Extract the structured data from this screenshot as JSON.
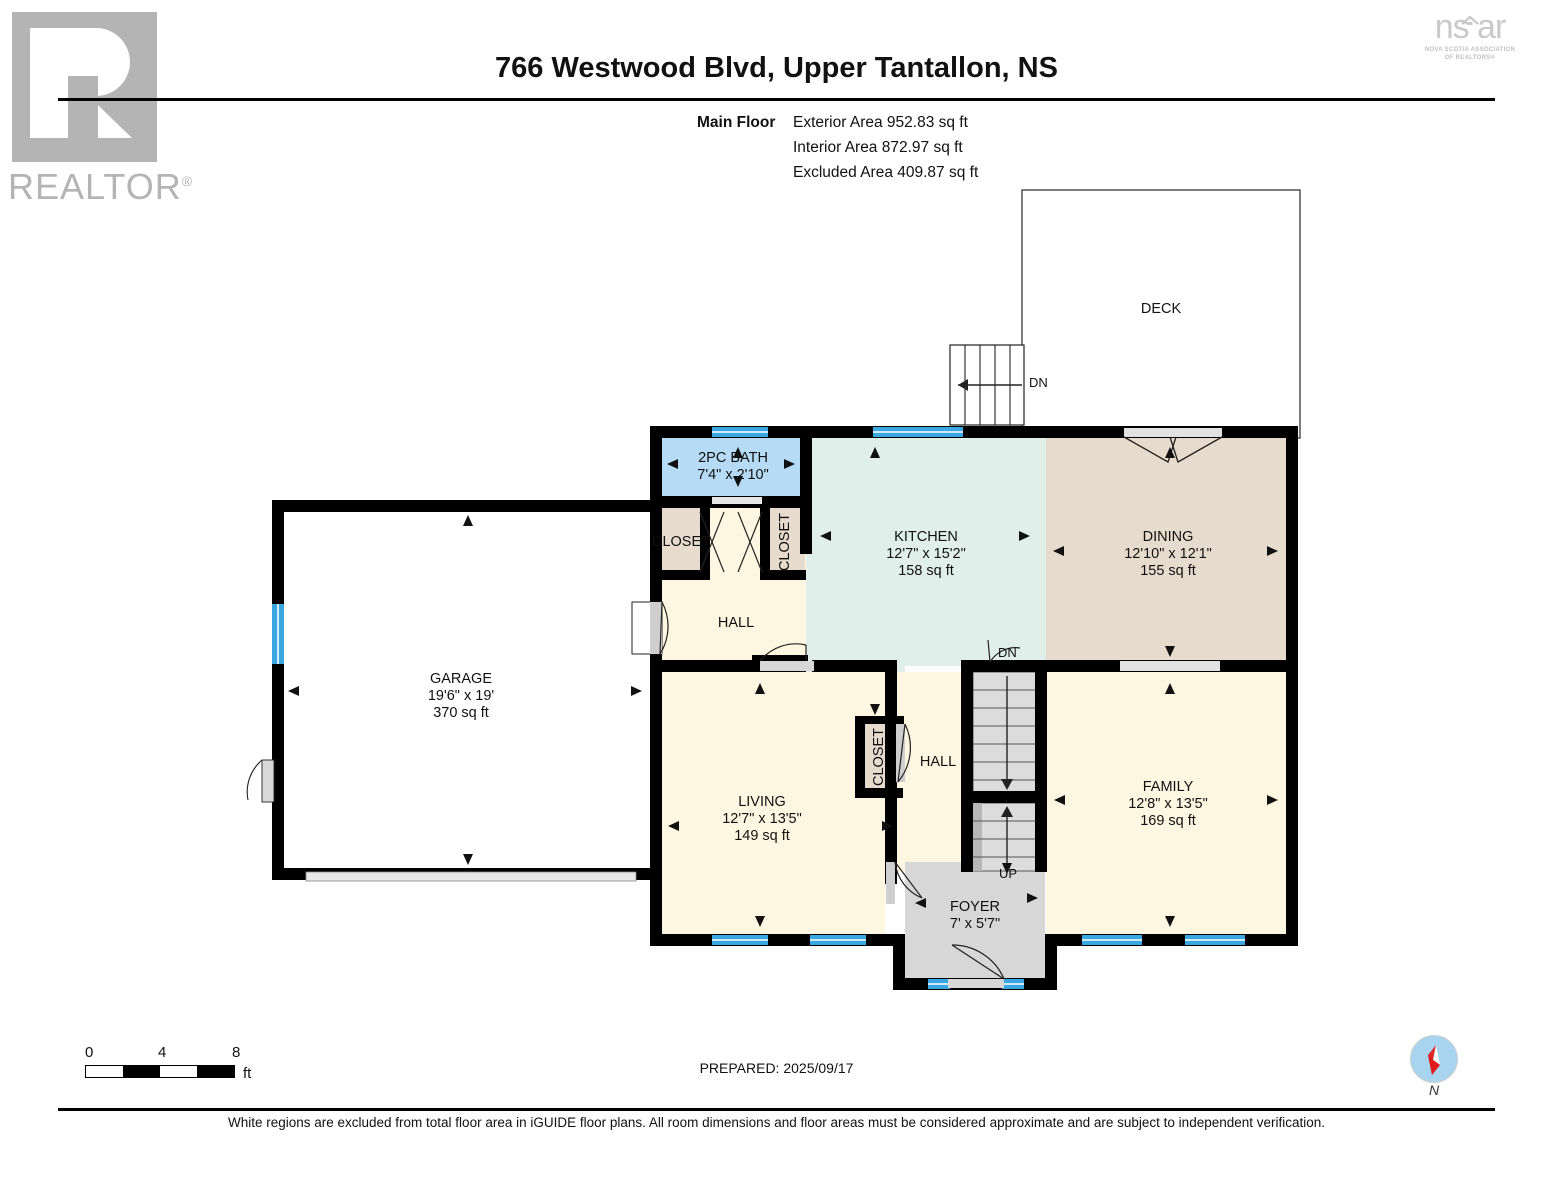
{
  "header": {
    "title": "766 Westwood Blvd, Upper Tantallon, NS",
    "floor_label": "Main Floor",
    "areas": [
      "Exterior Area 952.83 sq ft",
      "Interior Area 872.97 sq ft",
      "Excluded Area 409.87 sq ft"
    ]
  },
  "logos": {
    "realtor_word": "REALTOR",
    "realtor_mark": "®",
    "nsar_text": "ns    ar",
    "nsar_sub_line1": "NOVA SCOTIA ASSOCIATION",
    "nsar_sub_line2": "OF REALTORS®"
  },
  "footer": {
    "scale_0": "0",
    "scale_4": "4",
    "scale_8": "8",
    "scale_unit": "ft",
    "prepared": "PREPARED: 2025/09/17",
    "compass_north": "N",
    "disclaimer": "White regions are excluded from total floor area in iGUIDE floor plans. All room dimensions and floor areas must be considered approximate and are subject to independent verification."
  },
  "rooms": [
    {
      "id": "deck",
      "name": "DECK",
      "dim": "",
      "area": ""
    },
    {
      "id": "bath",
      "name": "2PC BATH",
      "dim": "7'4\" x 2'10\"",
      "area": ""
    },
    {
      "id": "kitchen",
      "name": "KITCHEN",
      "dim": "12'7\" x 15'2\"",
      "area": "158 sq ft"
    },
    {
      "id": "dining",
      "name": "DINING",
      "dim": "12'10\" x 12'1\"",
      "area": "155 sq ft"
    },
    {
      "id": "garage",
      "name": "GARAGE",
      "dim": "19'6\" x 19'",
      "area": "370 sq ft"
    },
    {
      "id": "living",
      "name": "LIVING",
      "dim": "12'7\" x 13'5\"",
      "area": "149 sq ft"
    },
    {
      "id": "family",
      "name": "FAMILY",
      "dim": "12'8\" x 13'5\"",
      "area": "169 sq ft"
    },
    {
      "id": "foyer",
      "name": "FOYER",
      "dim": "7' x 5'7\"",
      "area": ""
    },
    {
      "id": "hall1",
      "name": "HALL",
      "dim": "",
      "area": ""
    },
    {
      "id": "hall2",
      "name": "HALL",
      "dim": "",
      "area": ""
    },
    {
      "id": "closet1",
      "name": "CLOSET",
      "dim": "",
      "area": ""
    },
    {
      "id": "closet2",
      "name": "CLOSET",
      "dim": "",
      "area": ""
    },
    {
      "id": "closet3",
      "name": "CLOSET",
      "dim": "",
      "area": ""
    }
  ],
  "stair_tags": {
    "deck_dn": "DN",
    "kitchen_dn": "DN",
    "stair_up": "UP"
  },
  "colors": {
    "wall": "#000000",
    "window": "#3aa8e0",
    "kitchen_fill": "#e0efe9",
    "bath_fill": "#b6dbf6",
    "dining_fill": "#e6dbcd",
    "closet_fill": "#e6dbcd",
    "cream_fill": "#fdf6e0",
    "gray_fill": "#d7d7d7",
    "excluded_fill": "#ffffff",
    "compass_disc": "#a8d4f0",
    "compass_needle": "#e01b1b",
    "logo_gray": "#b4b4b4"
  }
}
